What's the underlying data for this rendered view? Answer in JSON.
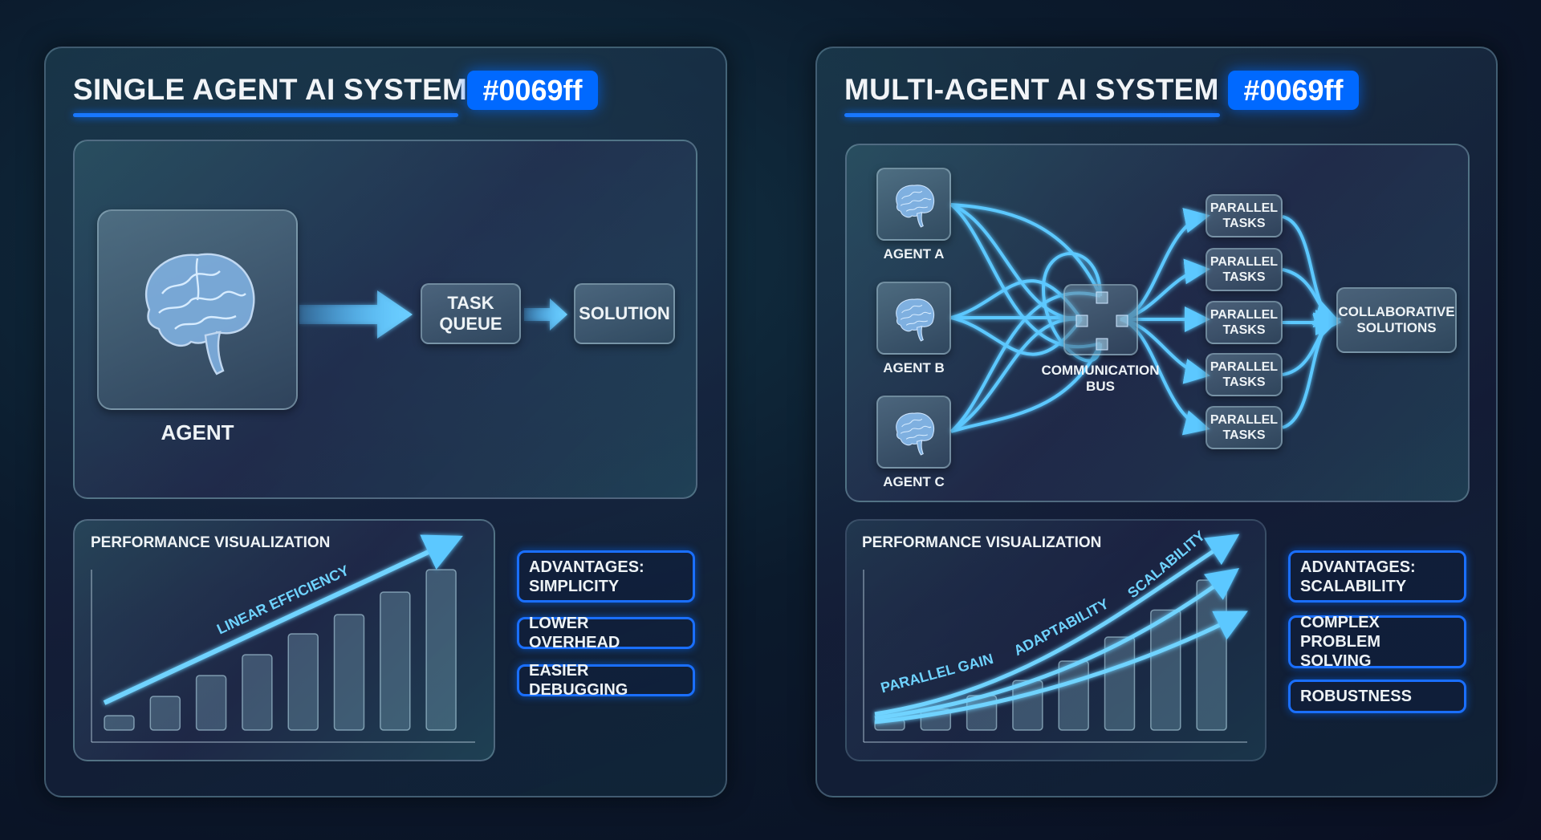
{
  "single": {
    "title": "SINGLE AGENT AI SYSTEM",
    "badge": "#0069ff",
    "agent_label": "AGENT",
    "task_queue": [
      "TASK",
      "QUEUE"
    ],
    "solution": "SOLUTION",
    "performance": {
      "title": "PERFORMANCE VISUALIZATION",
      "trend_label": "LINEAR EFFICIENCY",
      "bar_levels_percent": [
        9,
        21,
        34,
        47,
        60,
        72,
        86,
        100
      ]
    },
    "advantages": [
      [
        "ADVANTAGES:",
        "SIMPLICITY"
      ],
      [
        "LOWER OVERHEAD"
      ],
      [
        "EASIER DEBUGGING"
      ]
    ]
  },
  "multi": {
    "title": "MULTI-AGENT AI SYSTEM",
    "badge": "#0069ff",
    "agents": [
      "AGENT A",
      "AGENT B",
      "AGENT C"
    ],
    "bus": [
      "COMMUNICATION",
      "BUS"
    ],
    "tasks": [
      [
        "PARALLEL",
        "TASKS"
      ],
      [
        "PARALLEL",
        "TASKS"
      ],
      [
        "PARALLEL",
        "TASKS"
      ],
      [
        "PARALLEL",
        "TASKS"
      ],
      [
        "PARALLEL",
        "TASKS"
      ]
    ],
    "collaborative": [
      "COLLABORATIVE",
      "SOLUTIONS"
    ],
    "performance": {
      "title": "PERFORMANCE VISUALIZATION",
      "curve_labels": [
        "PARALLEL GAIN",
        "ADAPTABILITY",
        "SCALABILITY"
      ],
      "bar_levels_percent": [
        7,
        14,
        23,
        33,
        46,
        62,
        80,
        100
      ]
    },
    "advantages": [
      [
        "ADVANTAGES:",
        "SCALABILITY"
      ],
      [
        "COMPLEX PROBLEM",
        "SOLVING"
      ],
      [
        "ROBUSTNESS"
      ]
    ]
  },
  "colors": {
    "accent": "#0069ff",
    "glow": "#4fc3ff",
    "background": "#0b1a2c"
  }
}
